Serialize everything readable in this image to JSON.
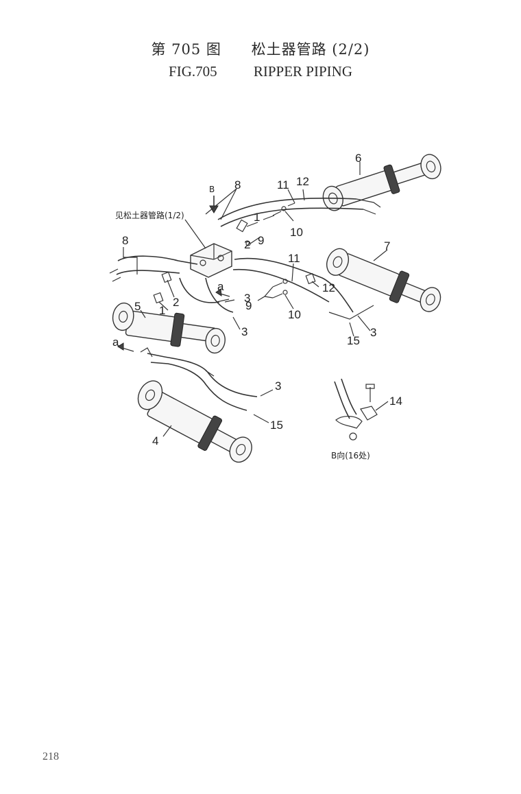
{
  "header": {
    "fig_cn": "第 705 图",
    "title_cn": "松土器管路 (2/2)",
    "fig_en": "FIG.705",
    "title_en": "RIPPER PIPING"
  },
  "diagram": {
    "reference_note": "见松土器管路(1/2)",
    "view_label": "B向(16处)",
    "arrow_letter_b": "B",
    "arrow_letter_a": "a",
    "callouts": {
      "c1_top": "1",
      "c1_mid": "1",
      "c2_top": "2",
      "c2_mid": "2",
      "c3_a": "3",
      "c3_b": "3",
      "c3_c": "3",
      "c3_d": "3",
      "c4": "4",
      "c5": "5",
      "c6": "6",
      "c7": "7",
      "c8_top": "8",
      "c8_left": "8",
      "c9_top": "9",
      "c9_mid": "9",
      "c10_top": "10",
      "c10_mid": "10",
      "c11_top": "11",
      "c11_mid": "11",
      "c12_top": "12",
      "c12_mid": "12",
      "c14": "14",
      "c15_a": "15",
      "c15_b": "15"
    }
  },
  "footer": {
    "page_number": "218"
  }
}
